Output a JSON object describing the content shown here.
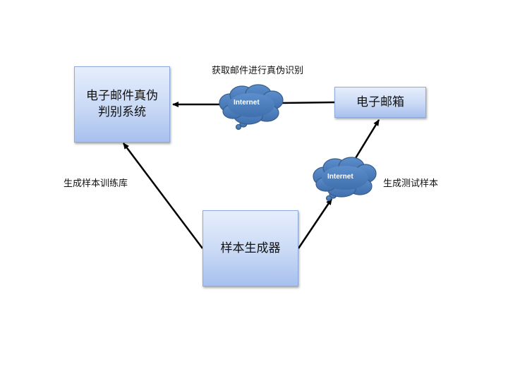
{
  "nodes": {
    "verifier": {
      "line1": "电子邮件真伪",
      "line2": "判别系统"
    },
    "mailbox": {
      "label": "电子邮箱"
    },
    "generator": {
      "label": "样本生成器"
    }
  },
  "clouds": {
    "top": {
      "label": "Internet"
    },
    "right": {
      "label": "Internet"
    }
  },
  "edge_labels": {
    "top": "获取邮件进行真伪识别",
    "left": "生成样本训练库",
    "right": "生成测试样本"
  },
  "colors": {
    "box_border": "#8eaadb",
    "cloud_fill": "#4f81bd",
    "cloud_stroke": "#385d8a",
    "arrow": "#000000"
  }
}
